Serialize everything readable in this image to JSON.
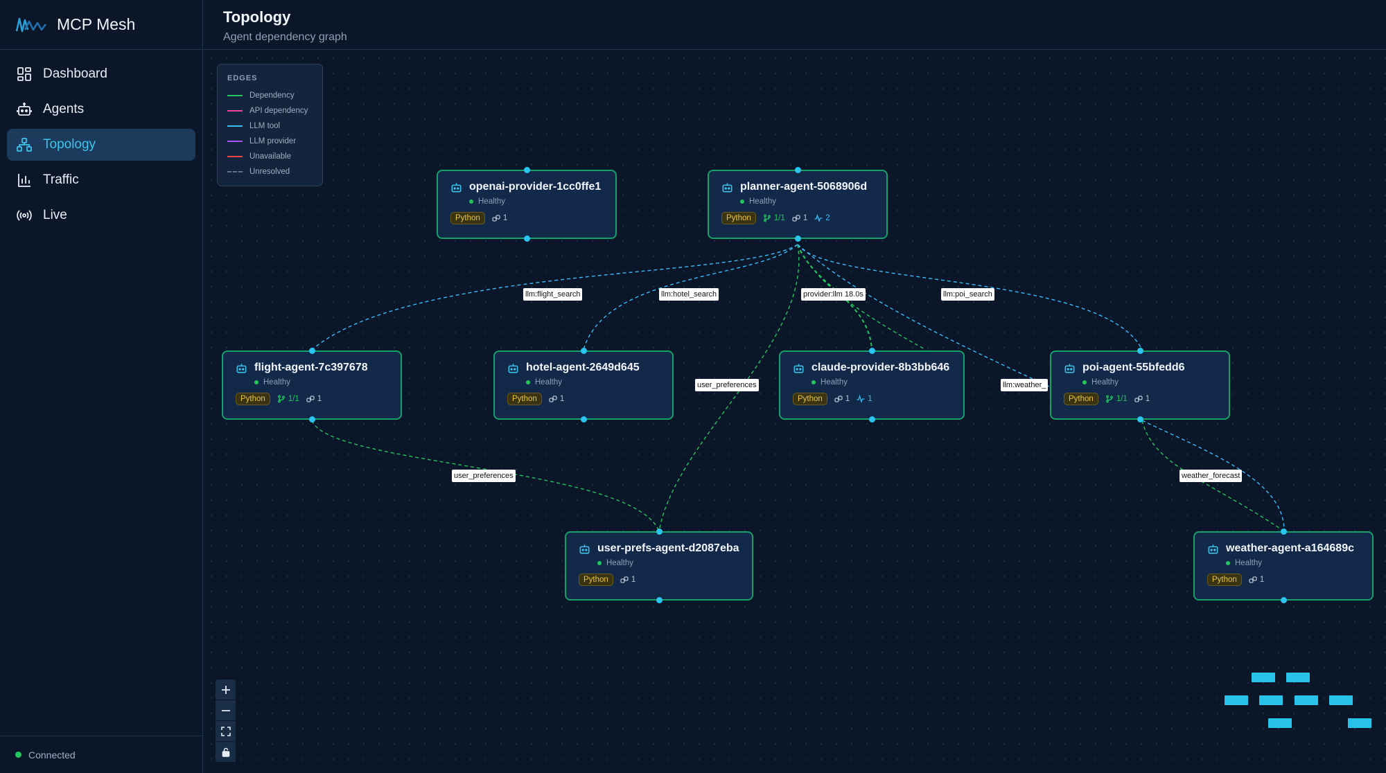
{
  "app": {
    "name": "MCP Mesh"
  },
  "sidebar": {
    "items": [
      {
        "label": "Dashboard",
        "icon": "dashboard-icon"
      },
      {
        "label": "Agents",
        "icon": "robot-icon"
      },
      {
        "label": "Topology",
        "icon": "topology-icon",
        "active": true
      },
      {
        "label": "Traffic",
        "icon": "bar-chart-icon"
      },
      {
        "label": "Live",
        "icon": "broadcast-icon"
      }
    ],
    "footer": {
      "status": "Connected",
      "status_color": "#22c55e"
    }
  },
  "header": {
    "title": "Topology",
    "subtitle": "Agent dependency graph"
  },
  "legend": {
    "title": "EDGES",
    "items": [
      {
        "label": "Dependency",
        "color": "#22c55e"
      },
      {
        "label": "API dependency",
        "color": "#ec4899"
      },
      {
        "label": "LLM tool",
        "color": "#38bdf8"
      },
      {
        "label": "LLM provider",
        "color": "#a855f7"
      },
      {
        "label": "Unavailable",
        "color": "#ef4444"
      },
      {
        "label": "Unresolved",
        "color": "#64748b"
      }
    ]
  },
  "nodes": [
    {
      "id": "openai",
      "name": "openai-provider-1cc0ffe1",
      "status": "Healthy",
      "runtime": "Python",
      "deps": "",
      "tools": "1",
      "llm": ""
    },
    {
      "id": "planner",
      "name": "planner-agent-5068906d",
      "status": "Healthy",
      "runtime": "Python",
      "deps": "1/1",
      "tools": "1",
      "llm": "2"
    },
    {
      "id": "flight",
      "name": "flight-agent-7c397678",
      "status": "Healthy",
      "runtime": "Python",
      "deps": "1/1",
      "tools": "1",
      "llm": ""
    },
    {
      "id": "hotel",
      "name": "hotel-agent-2649d645",
      "status": "Healthy",
      "runtime": "Python",
      "deps": "",
      "tools": "1",
      "llm": ""
    },
    {
      "id": "claude",
      "name": "claude-provider-8b3bb646",
      "status": "Healthy",
      "runtime": "Python",
      "deps": "",
      "tools": "1",
      "llm": "1"
    },
    {
      "id": "poi",
      "name": "poi-agent-55bfedd6",
      "status": "Healthy",
      "runtime": "Python",
      "deps": "1/1",
      "tools": "1",
      "llm": ""
    },
    {
      "id": "userprefs",
      "name": "user-prefs-agent-d2087eba",
      "status": "Healthy",
      "runtime": "Python",
      "deps": "",
      "tools": "1",
      "llm": ""
    },
    {
      "id": "weather",
      "name": "weather-agent-a164689c",
      "status": "Healthy",
      "runtime": "Python",
      "deps": "",
      "tools": "1",
      "llm": ""
    }
  ],
  "edges": [
    {
      "label": "llm:flight_search"
    },
    {
      "label": "llm:hotel_search"
    },
    {
      "label": "provider:llm 18.0s"
    },
    {
      "label": "llm:poi_search"
    },
    {
      "label": "user_preferences"
    },
    {
      "label": "llm:weather_"
    },
    {
      "label": "user_preferences"
    },
    {
      "label": "weather_forecast"
    }
  ],
  "colors": {
    "accent": "#3ec3ec",
    "node_border": "#16a06a",
    "handle": "#2bc4ef",
    "python_badge": "#e8c445"
  }
}
